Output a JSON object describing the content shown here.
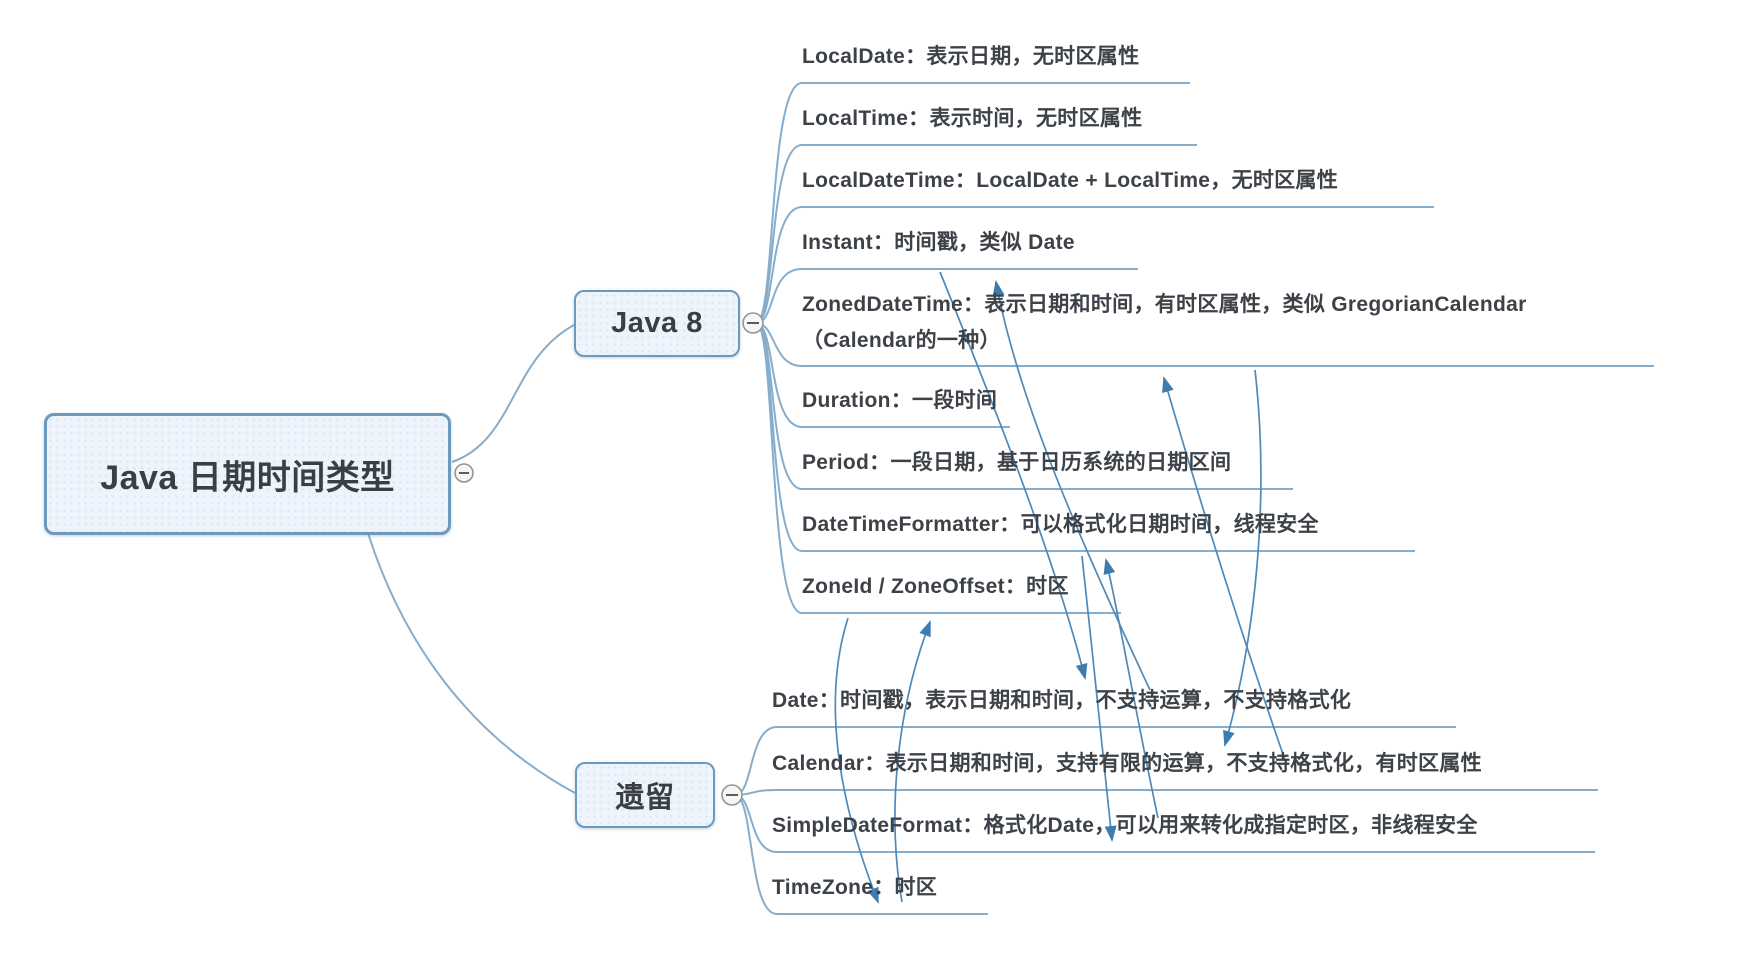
{
  "root": {
    "label": "Java 日期时间类型",
    "collapse_icon": "minus"
  },
  "branches": [
    {
      "label": "Java 8",
      "collapse_icon": "minus",
      "children": [
        {
          "text": "LocalDate：表示日期，无时区属性"
        },
        {
          "text": "LocalTime：表示时间，无时区属性"
        },
        {
          "text": "LocalDateTime：LocalDate + LocalTime，无时区属性"
        },
        {
          "text": "Instant：时间戳，类似 Date"
        },
        {
          "text": "ZonedDateTime：表示日期和时间，有时区属性，类似 GregorianCalendar\n（Calendar的一种）"
        },
        {
          "text": "Duration：一段时间"
        },
        {
          "text": "Period：一段日期，基于日历系统的日期区间"
        },
        {
          "text": "DateTimeFormatter：可以格式化日期时间，线程安全"
        },
        {
          "text": "ZoneId / ZoneOffset：时区"
        }
      ]
    },
    {
      "label": "遗留",
      "collapse_icon": "minus",
      "children": [
        {
          "text": "Date：时间戳，表示日期和时间，不支持运算，不支持格式化"
        },
        {
          "text": "Calendar：表示日期和时间，支持有限的运算，不支持格式化，有时区属性"
        },
        {
          "text": "SimpleDateFormat：格式化Date，可以用来转化成指定时区，非线程安全"
        },
        {
          "text": "TimeZone：时区"
        }
      ]
    }
  ],
  "relationships": [
    {
      "from": "Instant",
      "to": "Date",
      "direction": "down"
    },
    {
      "from": "Date",
      "to": "Instant",
      "direction": "up"
    },
    {
      "from": "Calendar",
      "to": "ZonedDateTime",
      "direction": "up"
    },
    {
      "from": "ZonedDateTime",
      "to": "Calendar",
      "direction": "down"
    },
    {
      "from": "SimpleDateFormat",
      "to": "DateTimeFormatter",
      "direction": "up"
    },
    {
      "from": "DateTimeFormatter",
      "to": "SimpleDateFormat",
      "direction": "down"
    },
    {
      "from": "ZoneId / ZoneOffset",
      "to": "TimeZone",
      "direction": "down"
    },
    {
      "from": "TimeZone",
      "to": "ZoneId / ZoneOffset",
      "direction": "up"
    }
  ],
  "colors": {
    "node_fill": "#eef4fb",
    "node_border": "#6d99bd",
    "branch_line": "#86adcc",
    "relationship_line": "#4e89b8",
    "text": "#3d4248",
    "background": "#ffffff"
  }
}
